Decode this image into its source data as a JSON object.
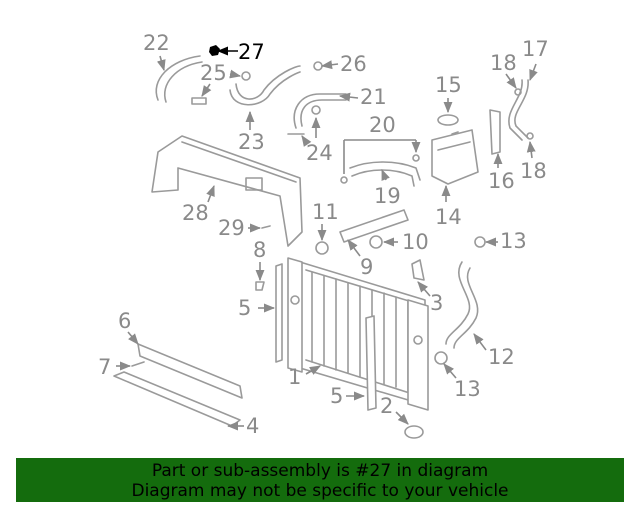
{
  "diagram": {
    "highlight_part": "27",
    "callouts": [
      "1",
      "2",
      "3",
      "4",
      "5",
      "5",
      "6",
      "7",
      "8",
      "9",
      "10",
      "11",
      "12",
      "13",
      "13",
      "14",
      "15",
      "16",
      "17",
      "18",
      "18",
      "19",
      "20",
      "21",
      "22",
      "23",
      "24",
      "25",
      "26",
      "27",
      "28",
      "29"
    ]
  },
  "banner": {
    "line1": "Part or sub-assembly is #27 in diagram",
    "line2": "Diagram may not be specific to your vehicle",
    "background": "#146c0d"
  }
}
